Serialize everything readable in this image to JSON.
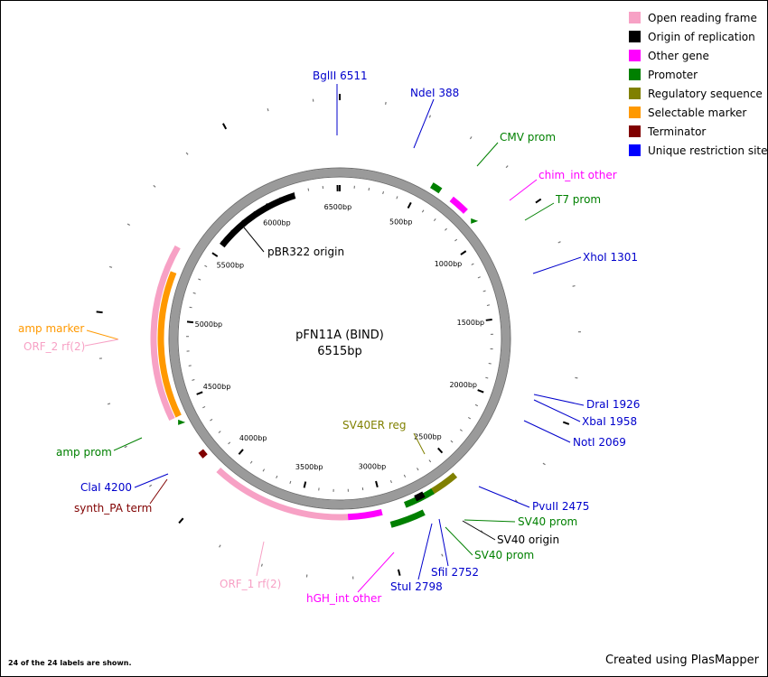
{
  "plasmid": {
    "name": "pFN11A (BIND)",
    "size_label": "6515bp",
    "size": 6515
  },
  "legend": [
    {
      "label": "Open reading frame",
      "color": "#f7a1c5"
    },
    {
      "label": "Origin of replication",
      "color": "#000000"
    },
    {
      "label": "Other gene",
      "color": "#ff00ff"
    },
    {
      "label": "Promoter",
      "color": "#008000"
    },
    {
      "label": "Regulatory sequence",
      "color": "#808000"
    },
    {
      "label": "Selectable marker",
      "color": "#ff9900"
    },
    {
      "label": "Terminator",
      "color": "#800000"
    },
    {
      "label": "Unique restriction site",
      "color": "#0000ff"
    }
  ],
  "ticks": [
    {
      "label": "500bp",
      "pos": 500
    },
    {
      "label": "1000bp",
      "pos": 1000
    },
    {
      "label": "1500bp",
      "pos": 1500
    },
    {
      "label": "2000bp",
      "pos": 2000
    },
    {
      "label": "2500bp",
      "pos": 2500
    },
    {
      "label": "3000bp",
      "pos": 3000
    },
    {
      "label": "3500bp",
      "pos": 3500
    },
    {
      "label": "4000bp",
      "pos": 4000
    },
    {
      "label": "4500bp",
      "pos": 4500
    },
    {
      "label": "5000bp",
      "pos": 5000
    },
    {
      "label": "5500bp",
      "pos": 5500
    },
    {
      "label": "6000bp",
      "pos": 6000
    },
    {
      "label": "6500bp",
      "pos": 6500
    }
  ],
  "features": [
    {
      "label": "pBR322 origin",
      "type": "origin",
      "start": 5580,
      "end": 6200,
      "color": "#000000"
    },
    {
      "label": "CMV prom",
      "type": "promoter",
      "start": 560,
      "end": 620,
      "color": "#008000"
    },
    {
      "label": "chim_int other",
      "type": "other",
      "start": 700,
      "end": 810,
      "color": "#ff00ff"
    },
    {
      "label": "T7 prom",
      "type": "promoter",
      "start": 885,
      "end": 905,
      "color": "#008000"
    },
    {
      "label": "SV40ER reg",
      "type": "regulatory",
      "start": 2530,
      "end": 2700,
      "color": "#808000"
    },
    {
      "label": "SV40 prom",
      "type": "promoter",
      "start": 2690,
      "end": 2870,
      "color": "#008000"
    },
    {
      "label": "SV40 origin",
      "type": "origin",
      "start": 2745,
      "end": 2800,
      "color": "#000000"
    },
    {
      "label": "SV40 prom",
      "type": "promoter",
      "start": 2790,
      "end": 2980,
      "color": "#008000"
    },
    {
      "label": "hGH_int other",
      "type": "other",
      "start": 3010,
      "end": 3210,
      "color": "#ff00ff"
    },
    {
      "label": "ORF_1 rf(2)",
      "type": "orf",
      "start": 3210,
      "end": 4030,
      "color": "#f7a1c5"
    },
    {
      "label": "synth_PA term",
      "type": "terminator",
      "start": 4140,
      "end": 4180,
      "color": "#800000"
    },
    {
      "label": "amp prom",
      "type": "promoter",
      "start": 4380,
      "end": 4400,
      "color": "#008000"
    },
    {
      "label": "amp marker",
      "type": "marker",
      "start": 4420,
      "end": 5280,
      "color": "#ff9900"
    },
    {
      "label": "ORF_2 rf(2)",
      "type": "orf",
      "start": 4420,
      "end": 5420,
      "color": "#f7a1c5"
    }
  ],
  "sites": [
    {
      "label": "BglII 6511",
      "pos": 6511
    },
    {
      "label": "NdeI 388",
      "pos": 388
    },
    {
      "label": "XhoI 1301",
      "pos": 1301
    },
    {
      "label": "DraI 1926",
      "pos": 1926
    },
    {
      "label": "XbaI 1958",
      "pos": 1958
    },
    {
      "label": "NotI 2069",
      "pos": 2069
    },
    {
      "label": "PvuII 2475",
      "pos": 2475
    },
    {
      "label": "SfiI 2752",
      "pos": 2752
    },
    {
      "label": "StuI 2798",
      "pos": 2798
    },
    {
      "label": "ClaI 4200",
      "pos": 4200
    }
  ],
  "footer": {
    "shown": "24 of the 24 labels are shown.",
    "credit": "Created using PlasMapper"
  }
}
